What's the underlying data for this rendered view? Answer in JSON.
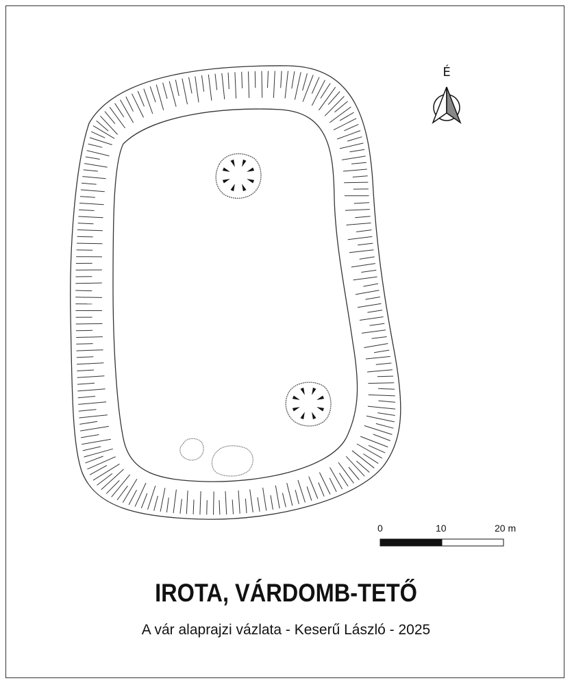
{
  "title": "IROTA, VÁRDOMB-TETŐ",
  "subtitle": "A vár alaprajzi vázlata - Keserű László - 2025",
  "north": {
    "label": "É",
    "icon": "north-arrow-icon"
  },
  "scale_bar": {
    "labels": [
      "0",
      "10",
      "20 m"
    ],
    "unit": "m"
  },
  "features": [
    {
      "name": "rampart",
      "kind": "earthwork-ring"
    },
    {
      "name": "pit-north",
      "kind": "pit"
    },
    {
      "name": "pit-south",
      "kind": "pit"
    },
    {
      "name": "mound-small",
      "kind": "mound"
    },
    {
      "name": "mound-large",
      "kind": "mound"
    }
  ],
  "colors": {
    "ink": "#222222",
    "background": "#ffffff"
  }
}
